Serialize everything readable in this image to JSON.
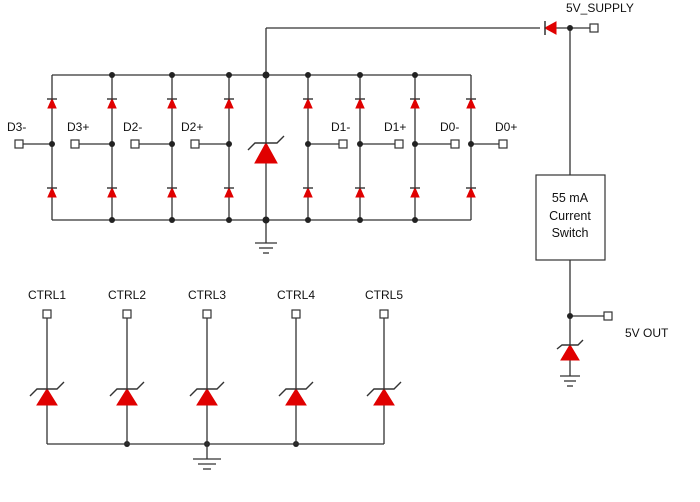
{
  "labels": {
    "supply": "5V_SUPPLY",
    "out": "5V OUT",
    "d3m": "D3-",
    "d3p": "D3+",
    "d2m": "D2-",
    "d2p": "D2+",
    "d1m": "D1-",
    "d1p": "D1+",
    "d0m": "D0-",
    "d0p": "D0+",
    "ctrl1": "CTRL1",
    "ctrl2": "CTRL2",
    "ctrl3": "CTRL3",
    "ctrl4": "CTRL4",
    "ctrl5": "CTRL5"
  },
  "switch_block": {
    "line1": "55 mA",
    "line2": "Current",
    "line3": "Switch"
  },
  "colors": {
    "wire": "#333333",
    "diode_fill": "#e00000",
    "pin_fill": "#ffffff"
  }
}
